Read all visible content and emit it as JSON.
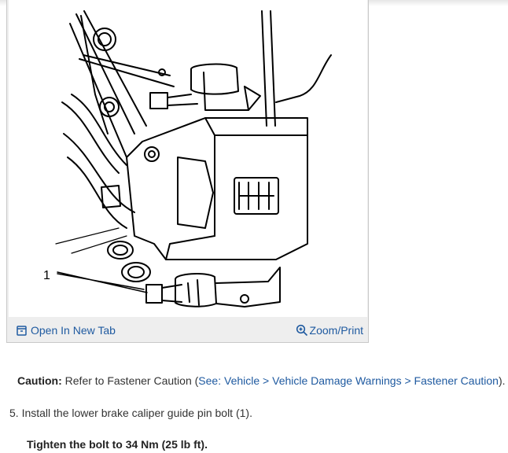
{
  "figure": {
    "callout": "1",
    "open_tab_label": "Open In New Tab",
    "zoom_label": "Zoom/Print",
    "icons": [
      "open-new-tab-icon",
      "zoom-icon"
    ]
  },
  "caution": {
    "label": "Caution:",
    "text_before": "Refer to Fastener Caution (",
    "link_see": "See:",
    "link_vehicle": "Vehicle",
    "sep1": ">",
    "link_damage": "Vehicle Damage Warnings",
    "sep2": ">",
    "link_fastener": "Fastener Caution",
    "text_after": ")."
  },
  "step": {
    "number": "5.",
    "text": "Install the lower brake caliper guide pin bolt (1)."
  },
  "torque": {
    "text": "Tighten the bolt to 34 Nm (25 lb ft)."
  },
  "colors": {
    "link": "#1f5aa0",
    "text": "#333333",
    "frame": "#eeeeee"
  }
}
